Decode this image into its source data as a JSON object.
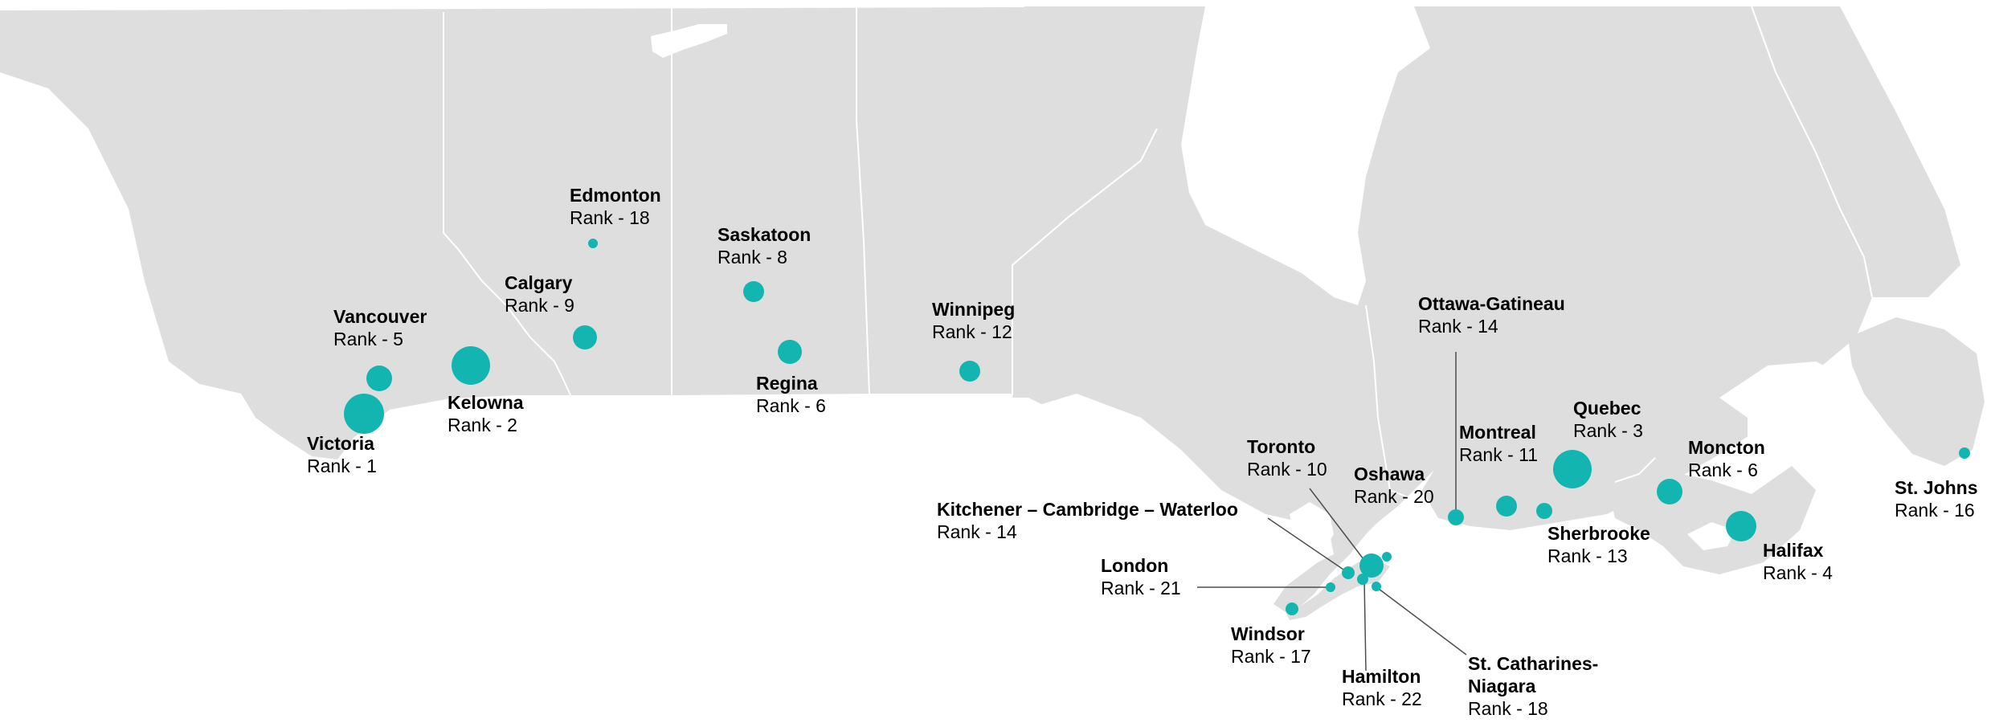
{
  "colors": {
    "land": "#dedede",
    "border": "#ffffff",
    "marker": "#13b5b1",
    "leader": "#4d4d4d",
    "text": "#000000"
  },
  "cities": [
    {
      "id": "victoria",
      "name": "Victoria",
      "rank": "Rank - 1"
    },
    {
      "id": "kelowna",
      "name": "Kelowna",
      "rank": "Rank - 2"
    },
    {
      "id": "quebec",
      "name": "Quebec",
      "rank": "Rank - 3"
    },
    {
      "id": "halifax",
      "name": "Halifax",
      "rank": "Rank - 4"
    },
    {
      "id": "vancouver",
      "name": "Vancouver",
      "rank": "Rank - 5"
    },
    {
      "id": "regina",
      "name": "Regina",
      "rank": "Rank - 6"
    },
    {
      "id": "moncton",
      "name": "Moncton",
      "rank": "Rank - 6"
    },
    {
      "id": "saskatoon",
      "name": "Saskatoon",
      "rank": "Rank - 8"
    },
    {
      "id": "calgary",
      "name": "Calgary",
      "rank": "Rank - 9"
    },
    {
      "id": "toronto",
      "name": "Toronto",
      "rank": "Rank - 10"
    },
    {
      "id": "montreal",
      "name": "Montreal",
      "rank": "Rank - 11"
    },
    {
      "id": "winnipeg",
      "name": "Winnipeg",
      "rank": "Rank - 12"
    },
    {
      "id": "sherbrooke",
      "name": "Sherbrooke",
      "rank": "Rank - 13"
    },
    {
      "id": "ottawa",
      "name": "Ottawa-Gatineau",
      "rank": "Rank - 14"
    },
    {
      "id": "kitchener",
      "name": "Kitchener – Cambridge – Waterloo",
      "rank": "Rank - 14"
    },
    {
      "id": "stjohns",
      "name": "St. Johns",
      "rank": "Rank - 16"
    },
    {
      "id": "windsor",
      "name": "Windsor",
      "rank": "Rank - 17"
    },
    {
      "id": "edmonton",
      "name": "Edmonton",
      "rank": "Rank - 18"
    },
    {
      "id": "stcatharines",
      "name": "St. Catharines-\nNiagara",
      "rank": "Rank - 18"
    },
    {
      "id": "oshawa",
      "name": "Oshawa",
      "rank": "Rank - 20"
    },
    {
      "id": "london",
      "name": "London",
      "rank": "Rank - 21"
    },
    {
      "id": "hamilton",
      "name": "Hamilton",
      "rank": "Rank - 22"
    }
  ]
}
